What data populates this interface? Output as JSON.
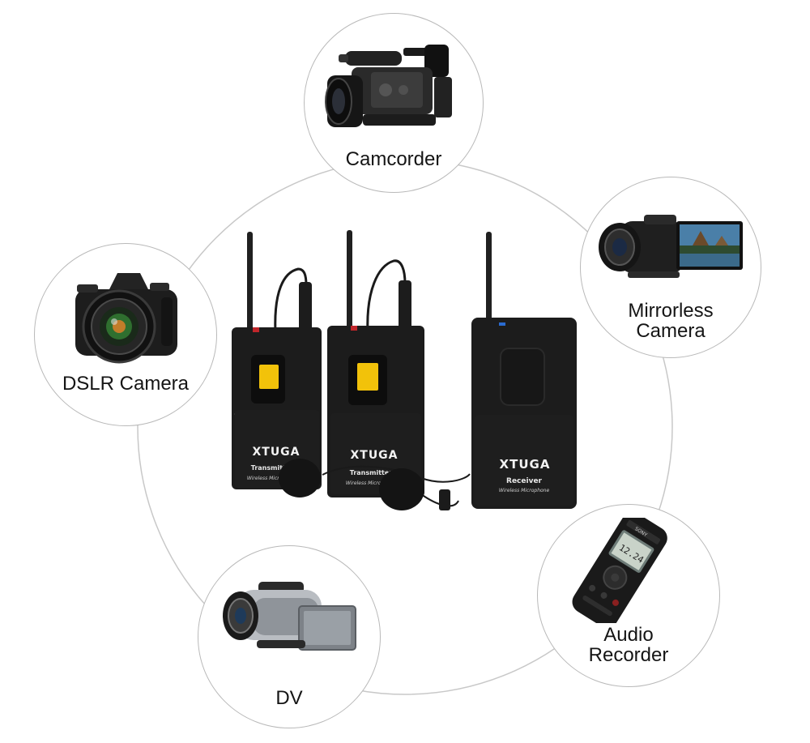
{
  "devices": [
    {
      "id": "camcorder",
      "label": "Camcorder",
      "icon": "camcorder-icon"
    },
    {
      "id": "mirrorless",
      "label_lines": [
        "Mirrorless",
        "Camera"
      ],
      "icon": "handycam-icon"
    },
    {
      "id": "audio",
      "label_lines": [
        "Audio",
        "Recorder"
      ],
      "icon": "audio-recorder-icon"
    },
    {
      "id": "dv",
      "label": "DV",
      "icon": "dv-camera-icon"
    },
    {
      "id": "dslr",
      "label": "DSLR Camera",
      "icon": "dslr-camera-icon"
    }
  ],
  "product": {
    "brand": "XTUGA",
    "transmitter_label": "Transmitter",
    "transmitter_sub": "Wireless Microphone",
    "receiver_label": "Receiver",
    "receiver_sub": "Wireless Microphone",
    "recorder_brand": "SONY",
    "recorder_display": "12.24"
  },
  "colors": {
    "ring": "#c8c8c8",
    "bubble_border": "#b9b9b9",
    "device_body": "#1c1c1c",
    "display": "#f2c20a"
  }
}
